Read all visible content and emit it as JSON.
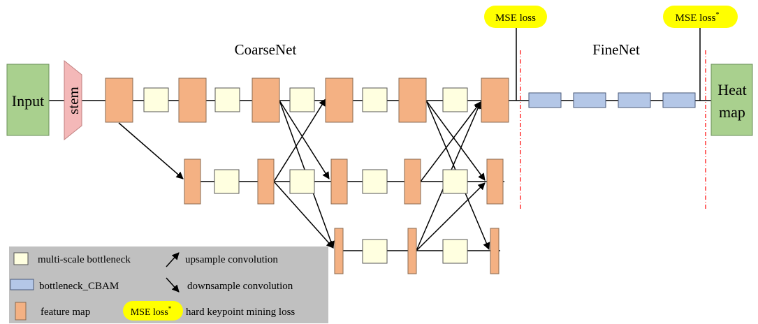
{
  "titles": {
    "coarse": "CoarseNet",
    "fine": "FineNet"
  },
  "blocks": {
    "input": "Input",
    "stem": "stem",
    "heatmap_line1": "Heat",
    "heatmap_line2": "map"
  },
  "loss": {
    "mse": "MSE loss",
    "mse_star": "MSE loss",
    "star": "*"
  },
  "legend": {
    "bottleneck": "multi-scale bottleneck",
    "upsample": "upsample convolution",
    "cbam": "bottleneck_CBAM",
    "downsample": "downsample convolution",
    "feature_map": "feature map",
    "mse_star": "MSE loss",
    "star": "*",
    "hard_mining": "hard keypoint mining loss"
  },
  "colors": {
    "input": "#a9d08e",
    "stem": "#f4b8b8",
    "feature_map": "#f4b183",
    "bottleneck": "#ffffe0",
    "cbam": "#b4c7e7",
    "loss": "#ffff00",
    "legend_bg": "#c0c0c0",
    "divider": "#ff0000"
  }
}
